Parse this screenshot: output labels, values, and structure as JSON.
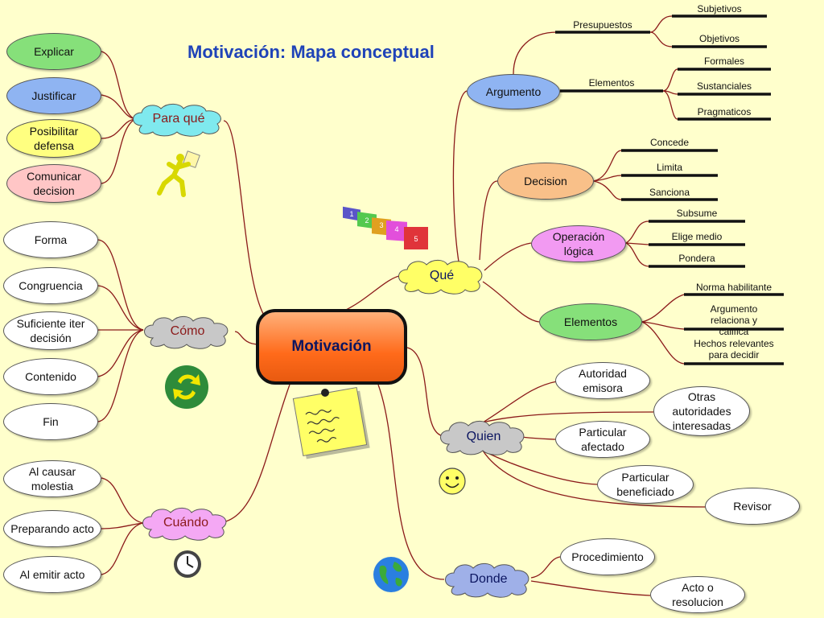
{
  "title": "Motivación: Mapa conceptual",
  "center": "Motivación",
  "para_que": {
    "label": "Para qué",
    "items": [
      "Explicar",
      "Justificar",
      "Posibilitar defensa",
      "Comunicar decision"
    ]
  },
  "como": {
    "label": "Cómo",
    "items": [
      "Forma",
      "Congruencia",
      "Suficiente iter decisión",
      "Contenido",
      "Fin"
    ]
  },
  "cuando": {
    "label": "Cuándo",
    "items": [
      "Al causar molestia",
      "Preparando acto",
      "Al emitir acto"
    ]
  },
  "que": {
    "label": "Qué",
    "argumento": {
      "label": "Argumento",
      "presupuestos": {
        "label": "Presupuestos",
        "items": [
          "Subjetivos",
          "Objetivos"
        ]
      },
      "elementos": {
        "label": "Elementos",
        "items": [
          "Formales",
          "Sustanciales",
          "Pragmaticos"
        ]
      }
    },
    "decision": {
      "label": "Decision",
      "items": [
        "Concede",
        "Limita",
        "Sanciona"
      ]
    },
    "operacion": {
      "label": "Operación lógica",
      "items": [
        "Subsume",
        "Elige medio",
        "Pondera"
      ]
    },
    "elementos": {
      "label": "Elementos",
      "items": [
        "Norma habilitante",
        "Argumento relaciona y califica",
        "Hechos relevantes para decidir"
      ]
    }
  },
  "quien": {
    "label": "Quien",
    "items": [
      "Autoridad emisora",
      "Otras autoridades interesadas",
      "Particular afectado",
      "Particular beneficiado",
      "Revisor"
    ]
  },
  "donde": {
    "label": "Donde",
    "items": [
      "Procedimiento",
      "Acto o resolucion"
    ]
  },
  "blocks": [
    "1",
    "2",
    "3",
    "4",
    "5"
  ],
  "icons": [
    "running-man-icon",
    "blocks-icon",
    "recycle-icon",
    "sticky-note-icon",
    "smiley-icon",
    "clock-icon",
    "globe-icon"
  ],
  "colors": {
    "background": "#FFFFCC",
    "title": "#1F43B8",
    "branch_line": "#8B1A1A",
    "center_fill": "#FF6A1A",
    "cloud_cyan": "#7FE9EE",
    "cloud_pink": "#F4A8F4",
    "cloud_yellow": "#FFFF66",
    "cloud_gray": "#C8C8C8",
    "cloud_blue": "#C8D4FF"
  }
}
